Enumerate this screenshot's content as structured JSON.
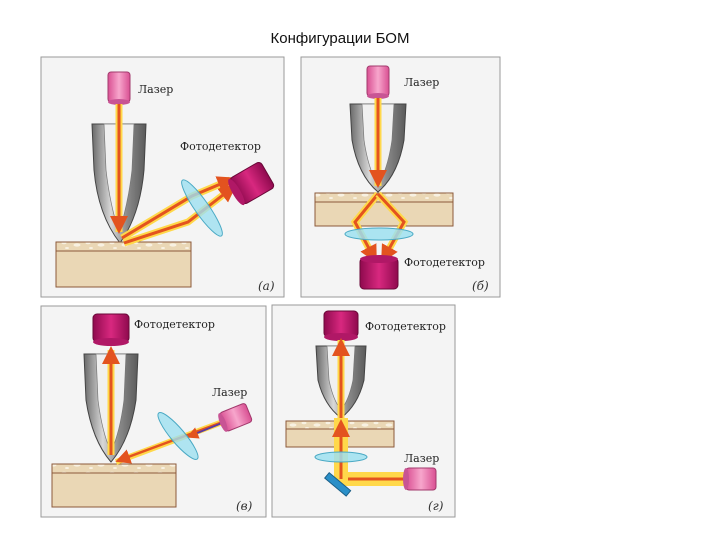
{
  "title": "Конфигурации БОМ",
  "panels": [
    {
      "id": "a",
      "caption": "(а)",
      "labels": {
        "laser": "Лазер",
        "detector": "Фотодетектор"
      }
    },
    {
      "id": "b",
      "caption": "(б)",
      "labels": {
        "laser": "Лазер",
        "detector": "Фотодетектор"
      }
    },
    {
      "id": "v",
      "caption": "(в)",
      "labels": {
        "laser": "Лазер",
        "detector": "Фотодетектор"
      }
    },
    {
      "id": "g",
      "caption": "(г)",
      "labels": {
        "laser": "Лазер",
        "detector": "Фотодетектор"
      }
    }
  ],
  "colors": {
    "laser_body": "#f07ab0",
    "detector_body": "#c0106a",
    "beam": "#e3531f",
    "beam_glow": "#ffd84a",
    "probe": "#9a9a9a",
    "sample_top": "#8c5a3a",
    "sample_body": "#ead7b5",
    "lens": "#9ee0f0",
    "mirror": "#2a8fc8"
  },
  "icons": [
    "laser-icon",
    "photodetector-icon",
    "lens-icon",
    "probe-tip-icon",
    "mirror-icon",
    "beam-arrow-icon"
  ]
}
